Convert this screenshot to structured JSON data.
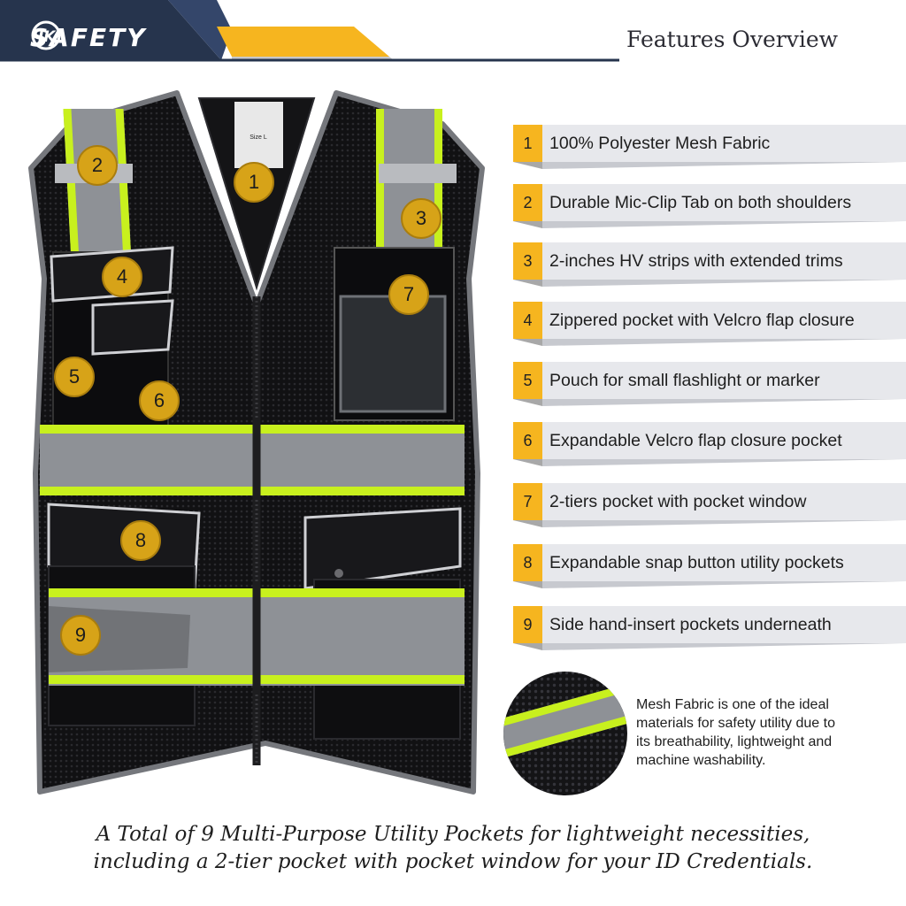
{
  "header": {
    "brand": "SAFETY",
    "brand_mark": "JK",
    "title": "Features Overview"
  },
  "vest": {
    "label_tag": "Size L",
    "badges": [
      "1",
      "2",
      "3",
      "4",
      "5",
      "6",
      "7",
      "8",
      "9"
    ]
  },
  "features": [
    {
      "num": "1",
      "label": "100% Polyester Mesh Fabric"
    },
    {
      "num": "2",
      "label": "Durable Mic-Clip Tab on both shoulders"
    },
    {
      "num": "3",
      "label": "2-inches HV strips with extended trims"
    },
    {
      "num": "4",
      "label": "Zippered pocket with Velcro flap closure"
    },
    {
      "num": "5",
      "label": "Pouch for small flashlight or marker"
    },
    {
      "num": "6",
      "label": "Expandable Velcro flap closure pocket"
    },
    {
      "num": "7",
      "label": "2-tiers pocket with pocket window"
    },
    {
      "num": "8",
      "label": "Expandable snap button utility pockets"
    },
    {
      "num": "9",
      "label": "Side hand-insert pockets underneath"
    }
  ],
  "mesh_note": {
    "lines": [
      "Mesh Fabric is one of the ideal",
      "materials for safety utility due to",
      "its breathability, lightweight and",
      "machine washability."
    ]
  },
  "footer": {
    "line1": "A Total of 9 Multi-Purpose Utility Pockets for lightweight necessities,",
    "line2": "including a 2-tier pocket with pocket window for your ID Credentials."
  },
  "colors": {
    "navy": "#26344d",
    "accent_yellow": "#f6b51f",
    "badge_gold": "#d7a318",
    "hv_green": "#c8f01e",
    "reflective_gray": "#8e9196",
    "vest_black": "#101012",
    "bar_gray": "#e7e8ec"
  }
}
